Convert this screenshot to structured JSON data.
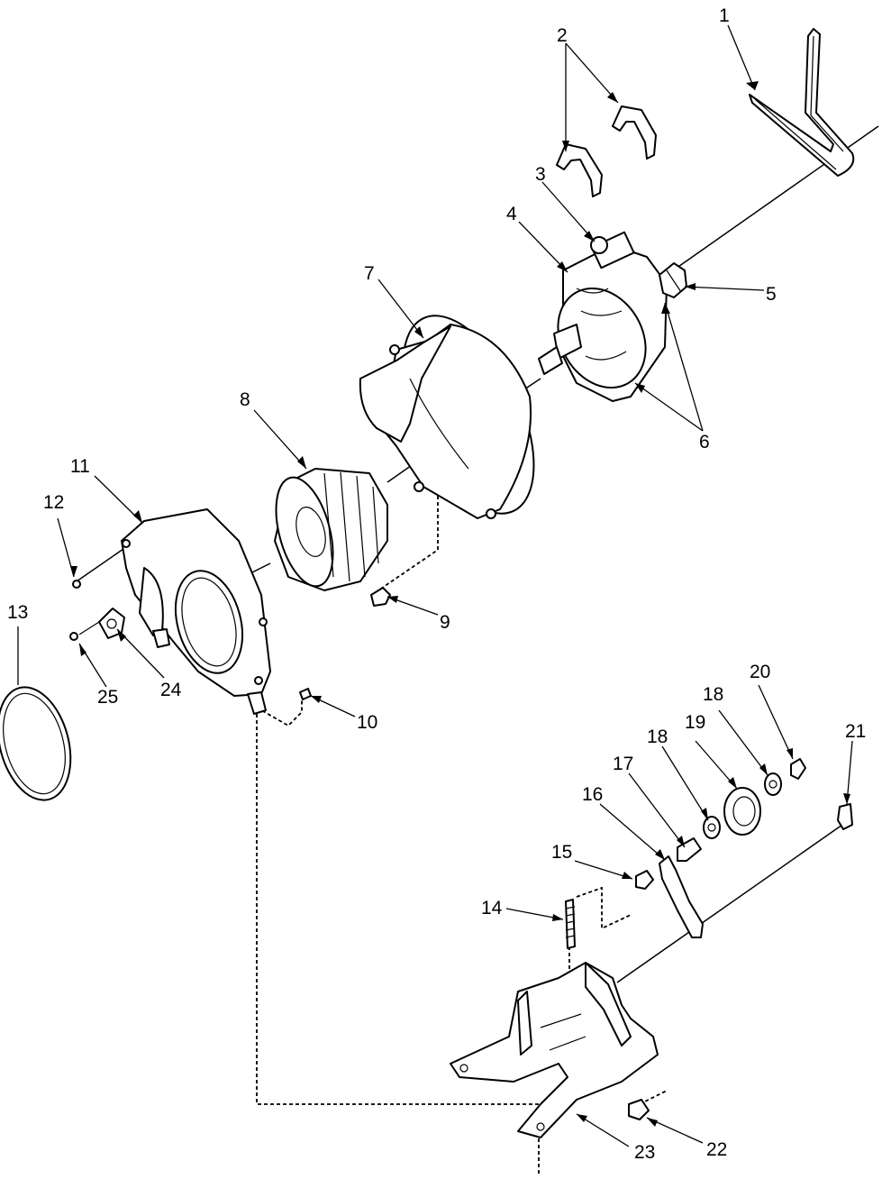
{
  "callouts": [
    {
      "id": "c1",
      "text": "1"
    },
    {
      "id": "c2",
      "text": "2"
    },
    {
      "id": "c3",
      "text": "3"
    },
    {
      "id": "c4",
      "text": "4"
    },
    {
      "id": "c5",
      "text": "5"
    },
    {
      "id": "c6",
      "text": "6"
    },
    {
      "id": "c7",
      "text": "7"
    },
    {
      "id": "c8",
      "text": "8"
    },
    {
      "id": "c9",
      "text": "9"
    },
    {
      "id": "c10",
      "text": "10"
    },
    {
      "id": "c11",
      "text": "11"
    },
    {
      "id": "c12",
      "text": "12"
    },
    {
      "id": "c13",
      "text": "13"
    },
    {
      "id": "c14",
      "text": "14"
    },
    {
      "id": "c15",
      "text": "15"
    },
    {
      "id": "c16",
      "text": "16"
    },
    {
      "id": "c17",
      "text": "17"
    },
    {
      "id": "c18a",
      "text": "18"
    },
    {
      "id": "c18b",
      "text": "18"
    },
    {
      "id": "c19",
      "text": "19"
    },
    {
      "id": "c20",
      "text": "20"
    },
    {
      "id": "c21",
      "text": "21"
    },
    {
      "id": "c22",
      "text": "22"
    },
    {
      "id": "c23",
      "text": "23"
    },
    {
      "id": "c24",
      "text": "24"
    },
    {
      "id": "c25",
      "text": "25"
    }
  ]
}
